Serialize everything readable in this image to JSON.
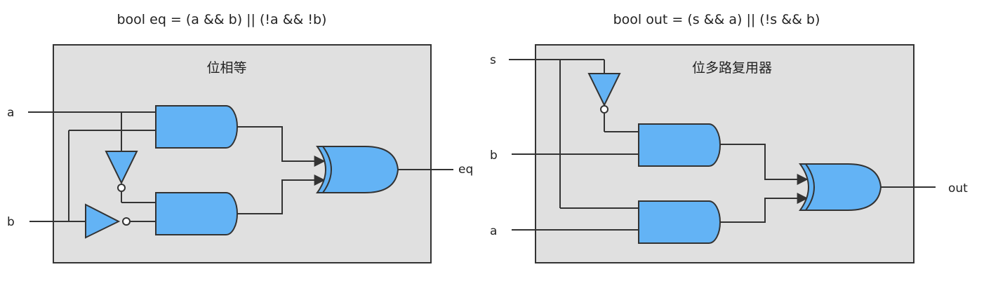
{
  "colors": {
    "box_fill": "#e0e0e0",
    "gate_fill": "#63b3f5",
    "line": "#333333"
  },
  "left": {
    "expression": "bool eq = (a && b) || (!a && !b)",
    "title": "位相等",
    "inputs": [
      "a",
      "b"
    ],
    "output": "eq"
  },
  "right": {
    "expression": "bool out = (s && a) || (!s && b)",
    "title": "位多路复用器",
    "inputs": [
      "s",
      "b",
      "a"
    ],
    "output": "out"
  }
}
